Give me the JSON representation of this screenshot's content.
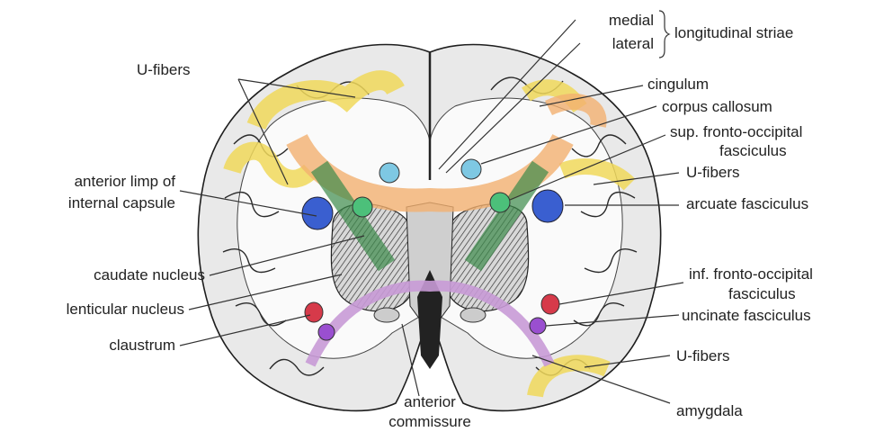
{
  "labels": {
    "medial": "medial",
    "lateral": "lateral",
    "longitudinal_striae": "longitudinal striae",
    "u_fibers_top": "U-fibers",
    "cingulum": "cingulum",
    "corpus_callosum": "corpus callosum",
    "sup_fronto_occipital_1": "sup. fronto-occipital",
    "sup_fronto_occipital_2": "fasciculus",
    "u_fibers_right": "U-fibers",
    "arcuate_fasciculus": "arcuate fasciculus",
    "anterior_limp_1": "anterior limp of",
    "anterior_limp_2": "internal capsule",
    "caudate_nucleus": "caudate nucleus",
    "lenticular_nucleus": "lenticular nucleus",
    "claustrum": "claustrum",
    "inf_fronto_occipital_1": "inf. fronto-occipital",
    "inf_fronto_occipital_2": "fasciculus",
    "uncinate_fasciculus": "uncinate fasciculus",
    "u_fibers_bottom": "U-fibers",
    "amygdala": "amygdala",
    "anterior_commissure_1": "anterior",
    "anterior_commissure_2": "commissure"
  },
  "colors": {
    "u_fibers": "#f0d85a",
    "corpus_callosum": "#f2b070",
    "internal_capsule": "#3c8a4a",
    "anterior_commissure": "#c89ad6",
    "cingulum": "#7ec8e3",
    "arcuate": "#3a5fd0",
    "sup_fronto_occipital": "#4cc07a",
    "inf_fronto_occipital": "#d63a4a",
    "uncinate": "#9a4fd0"
  }
}
